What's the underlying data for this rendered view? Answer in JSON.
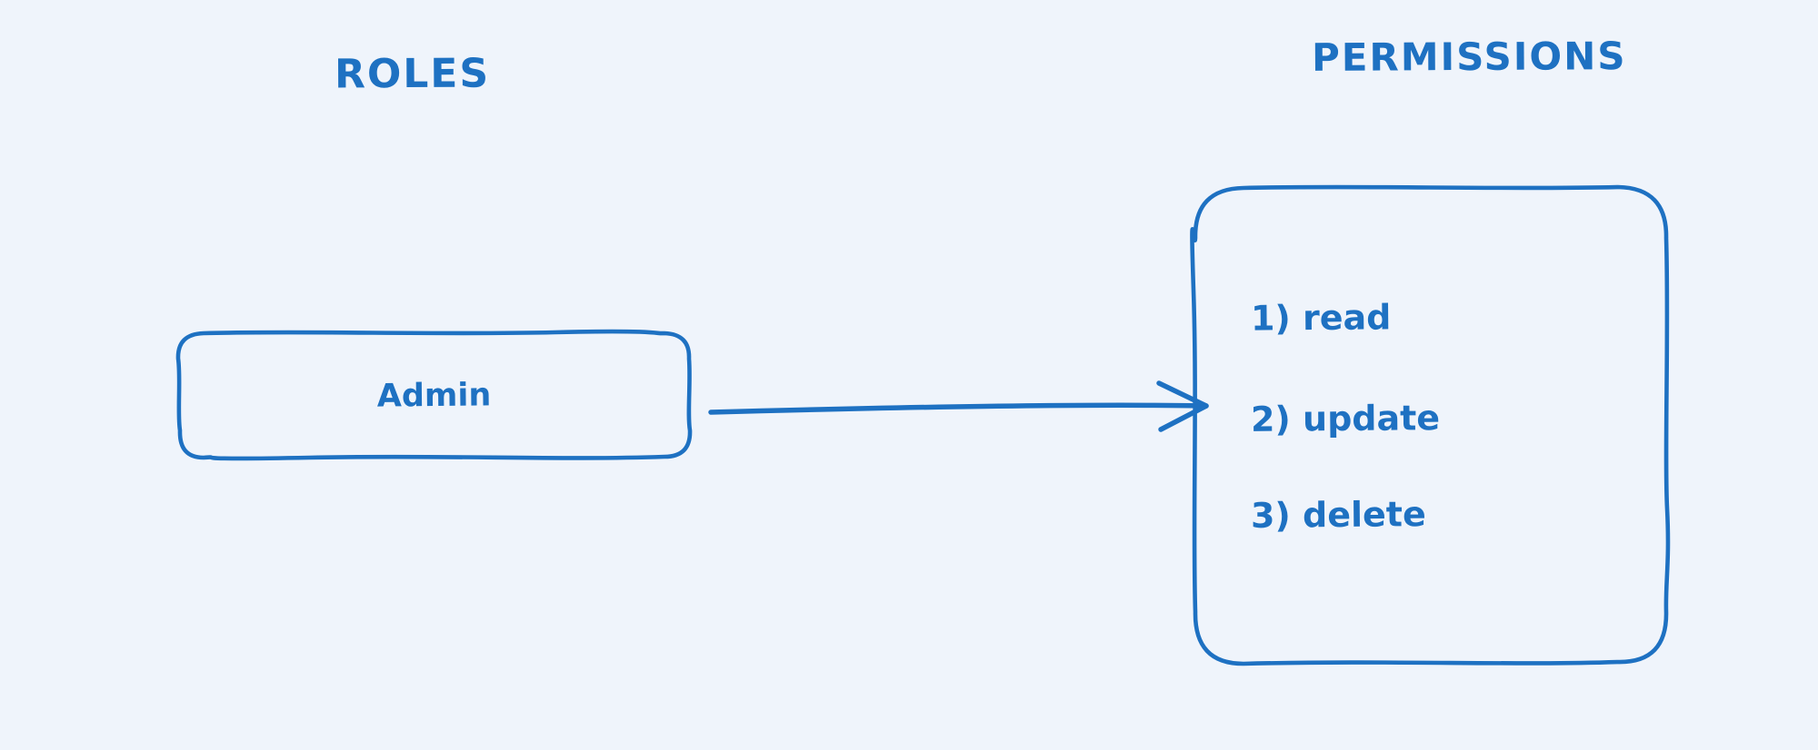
{
  "canvas": {
    "background_color": "#eff4fb",
    "ink_color": "#1e71c2"
  },
  "headings": {
    "roles": "ROLES",
    "permissions": "PERMISSIONS"
  },
  "nodes": {
    "role": {
      "label": "Admin"
    },
    "permissions": {
      "items": [
        "1) read",
        "2) update",
        "3) delete"
      ]
    }
  }
}
